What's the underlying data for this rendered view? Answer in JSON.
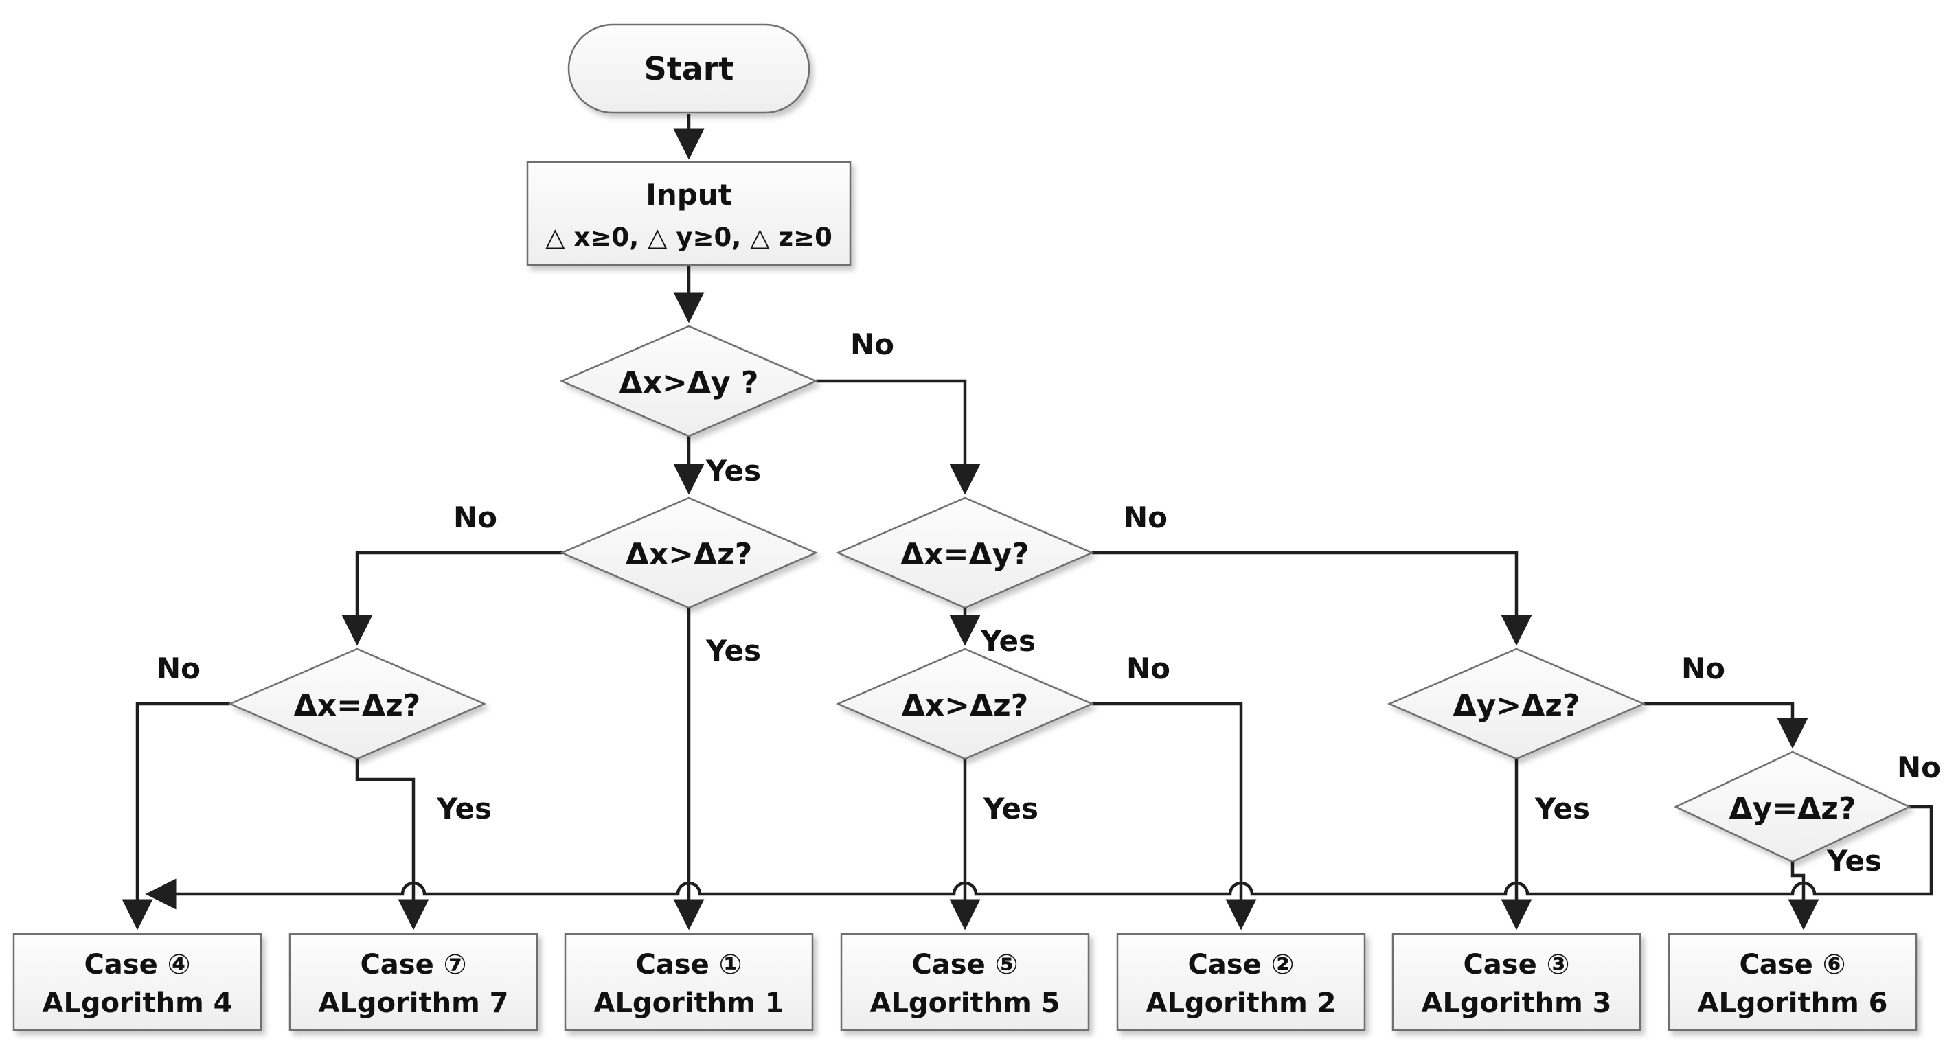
{
  "diagram": {
    "type": "flowchart",
    "description": "Decision flowchart selecting one of seven case algorithms by comparing deltas x, y, z"
  },
  "colors": {
    "background": "#ffffff",
    "node_fill_top": "#fdfdfd",
    "node_fill_bottom": "#eeeeee",
    "node_border": "#6f6f6f",
    "line": "#1f1f1f",
    "text": "#111111"
  },
  "nodes": {
    "start": {
      "label": "Start"
    },
    "input": {
      "line1": "Input",
      "line2": "△ x≥0, △ y≥0, △ z≥0"
    },
    "d1": {
      "label": "Δx>Δy ?"
    },
    "d2": {
      "label": "Δx>Δz?"
    },
    "dxy": {
      "label": "Δx=Δy?"
    },
    "d3": {
      "label": "Δx=Δz?"
    },
    "d5": {
      "label": "Δx>Δz?"
    },
    "d6": {
      "label": "Δy>Δz?"
    },
    "d7": {
      "label": "Δy=Δz?"
    },
    "case4": {
      "line1": "Case ④",
      "line2": "ALgorithm 4"
    },
    "case7": {
      "line1": "Case ⑦",
      "line2": "ALgorithm 7"
    },
    "case1": {
      "line1": "Case ①",
      "line2": "ALgorithm 1"
    },
    "case5": {
      "line1": "Case ⑤",
      "line2": "ALgorithm 5"
    },
    "case2": {
      "line1": "Case ②",
      "line2": "ALgorithm 2"
    },
    "case3": {
      "line1": "Case ③",
      "line2": "ALgorithm 3"
    },
    "case6": {
      "line1": "Case ⑥",
      "line2": "ALgorithm 6"
    }
  },
  "edges": [
    {
      "id": "d1-yes",
      "from": "Δx>Δy ?",
      "to": "Δx>Δz?",
      "label": "Yes"
    },
    {
      "id": "d1-no",
      "from": "Δx>Δy ?",
      "to": "Δx=Δy?",
      "label": "No"
    },
    {
      "id": "d2-yes",
      "from": "Δx>Δz?",
      "to": "Case ① ALgorithm 1",
      "label": "Yes"
    },
    {
      "id": "d2-no",
      "from": "Δx>Δz?",
      "to": "Δx=Δz?",
      "label": "No"
    },
    {
      "id": "dxy-yes",
      "from": "Δx=Δy?",
      "to": "Δx>Δz?",
      "label": "Yes"
    },
    {
      "id": "dxy-no",
      "from": "Δx=Δy?",
      "to": "Δy>Δz?",
      "label": "No"
    },
    {
      "id": "d3-yes",
      "from": "Δx=Δz?",
      "to": "Case ⑦ ALgorithm 7",
      "label": "Yes"
    },
    {
      "id": "d3-no",
      "from": "Δx=Δz?",
      "to": "Case ④ ALgorithm 4",
      "label": "No"
    },
    {
      "id": "d5-yes",
      "from": "Δx>Δz?",
      "to": "Case ⑤ ALgorithm 5",
      "label": "Yes"
    },
    {
      "id": "d5-no",
      "from": "Δx>Δz?",
      "to": "Case ② ALgorithm 2",
      "label": "No"
    },
    {
      "id": "d6-yes",
      "from": "Δy>Δz?",
      "to": "Case ③ ALgorithm 3",
      "label": "Yes"
    },
    {
      "id": "d6-no",
      "from": "Δy>Δz?",
      "to": "Δy=Δz?",
      "label": "No"
    },
    {
      "id": "d7-yes",
      "from": "Δy=Δz?",
      "to": "Case ⑥ ALgorithm 6",
      "label": "Yes"
    },
    {
      "id": "d7-no",
      "from": "Δy=Δz?",
      "to": "Case ④ ALgorithm 4",
      "label": "No"
    }
  ]
}
